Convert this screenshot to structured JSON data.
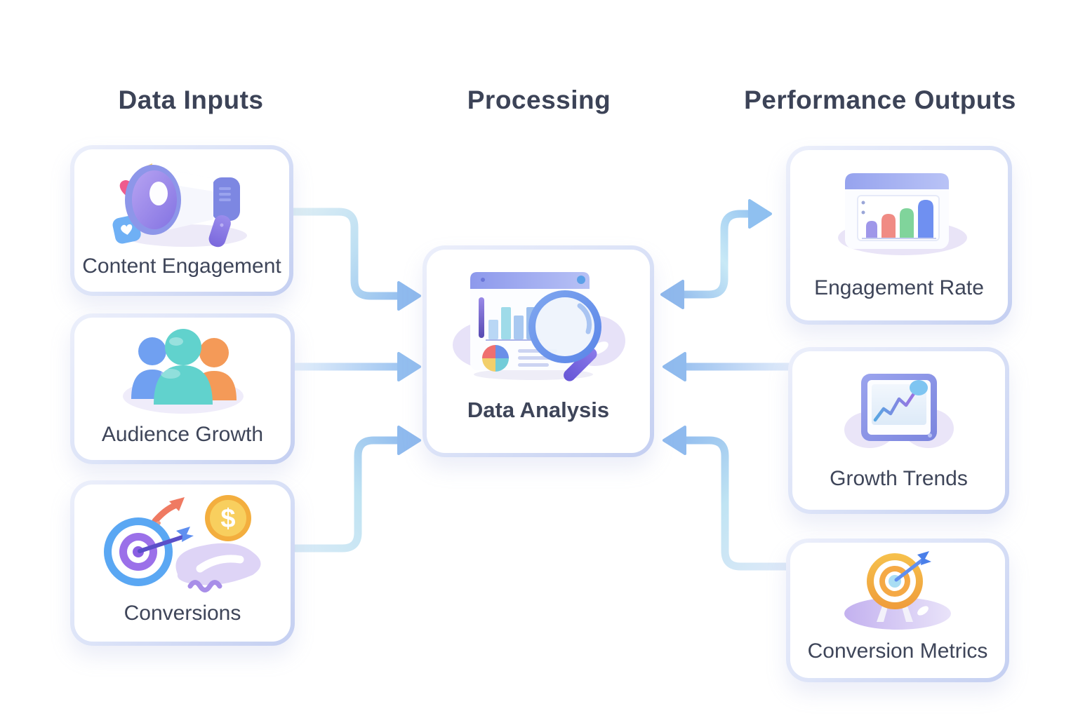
{
  "headers": {
    "inputs": "Data Inputs",
    "processing": "Processing",
    "outputs": "Performance Outputs"
  },
  "input_nodes": [
    {
      "label": "Content Engagement",
      "icon": "megaphone-icon"
    },
    {
      "label": "Audience Growth",
      "icon": "audience-people-icon"
    },
    {
      "label": "Conversions",
      "icon": "target-coin-hand-icon"
    }
  ],
  "process_node": {
    "label": "Data Analysis",
    "icon": "dashboard-magnifier-icon"
  },
  "output_nodes": [
    {
      "label": "Engagement Rate",
      "icon": "bar-chart-window-icon"
    },
    {
      "label": "Growth Trends",
      "icon": "line-chart-tablet-icon"
    },
    {
      "label": "Conversion Metrics",
      "icon": "dart-target-icon"
    }
  ],
  "connections": [
    {
      "from": "Content Engagement",
      "to": "Data Analysis",
      "heads": "end"
    },
    {
      "from": "Audience Growth",
      "to": "Data Analysis",
      "heads": "end"
    },
    {
      "from": "Conversions",
      "to": "Data Analysis",
      "heads": "end"
    },
    {
      "from": "Data Analysis",
      "to": "Engagement Rate",
      "heads": "both"
    },
    {
      "from": "Growth Trends",
      "to": "Data Analysis",
      "heads": "end"
    },
    {
      "from": "Conversion Metrics",
      "to": "Data Analysis",
      "heads": "end"
    }
  ],
  "colors": {
    "background": "#ffffff",
    "heading_text": "#3c4357",
    "label_text": "#3e4559",
    "node_border": "#c9d3f2",
    "arrow_blue": "#8fbbee",
    "arrow_cyan": "#c5e6f4"
  }
}
